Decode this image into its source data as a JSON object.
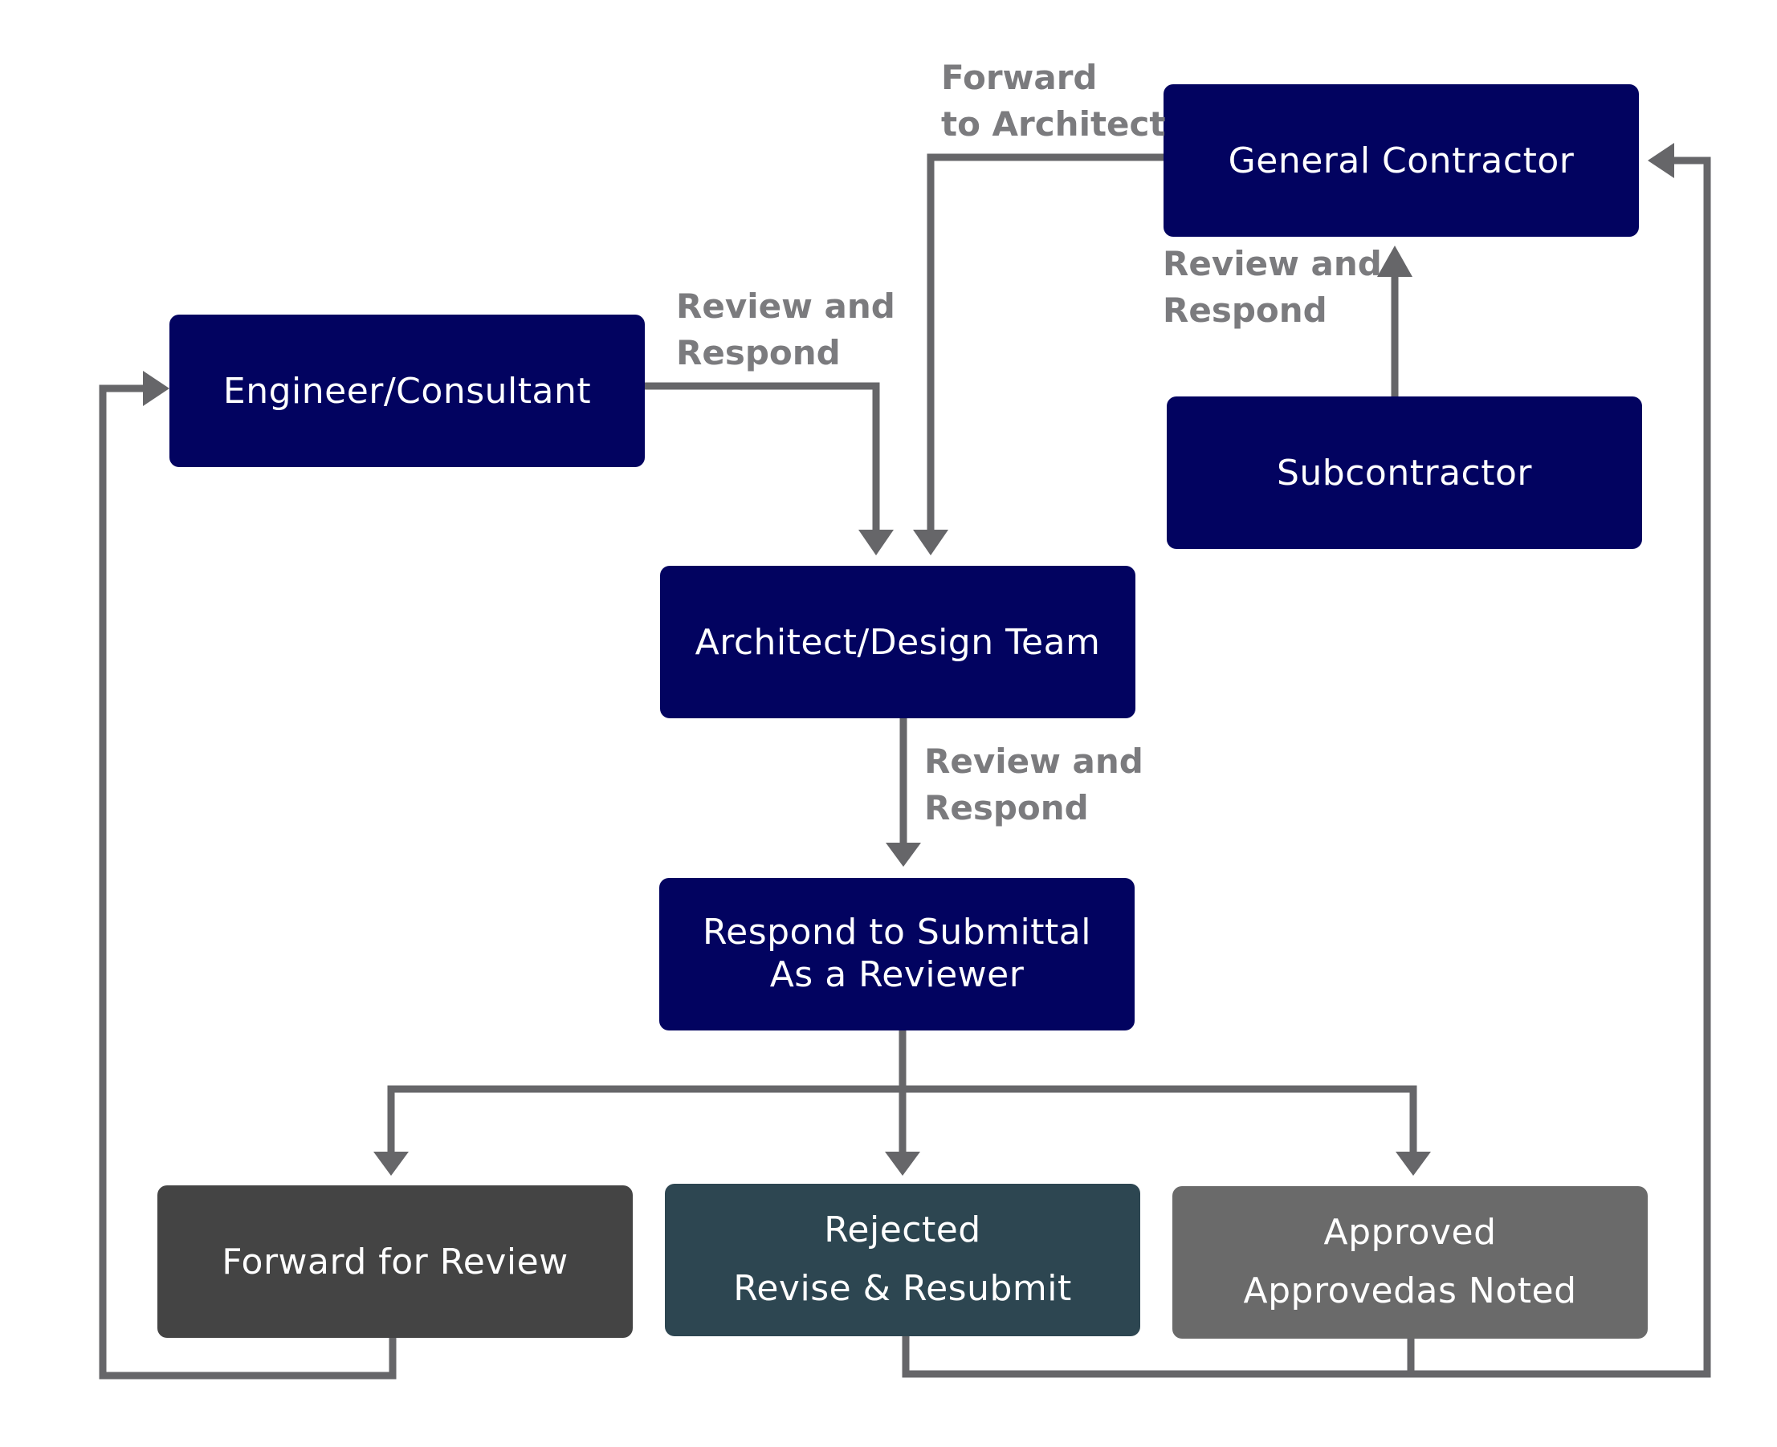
{
  "nodes": {
    "general_contractor": {
      "label": "General Contractor",
      "color": "#020360"
    },
    "subcontractor": {
      "label": "Subcontractor",
      "color": "#020360"
    },
    "engineer_consultant": {
      "label": "Engineer/Consultant",
      "color": "#020360"
    },
    "architect_design_team": {
      "label": "Architect/Design Team",
      "color": "#020360"
    },
    "respond_to_submittal": {
      "line1": "Respond to Submittal",
      "line2": "As a Reviewer",
      "color": "#020360"
    },
    "forward_for_review": {
      "label": "Forward for Review",
      "color": "#444444"
    },
    "rejected": {
      "line1": "Rejected",
      "line2": "Revise & Resubmit",
      "color": "#2d4651"
    },
    "approved": {
      "line1": "Approved",
      "line2": "Approvedas Noted",
      "color": "#6a6a6a"
    }
  },
  "edge_labels": {
    "forward_to_architect": {
      "line1": "Forward",
      "line2": "to Architect"
    },
    "sub_to_gc": {
      "line1": "Review and",
      "line2": "Respond"
    },
    "engineer_to_architect": {
      "line1": "Review and",
      "line2": "Respond"
    },
    "architect_to_response": {
      "line1": "Review and",
      "line2": "Respond"
    }
  },
  "colors": {
    "connector": "#666669",
    "edge_label_text": "#7b7b7e",
    "node_text": "#ffffff"
  }
}
